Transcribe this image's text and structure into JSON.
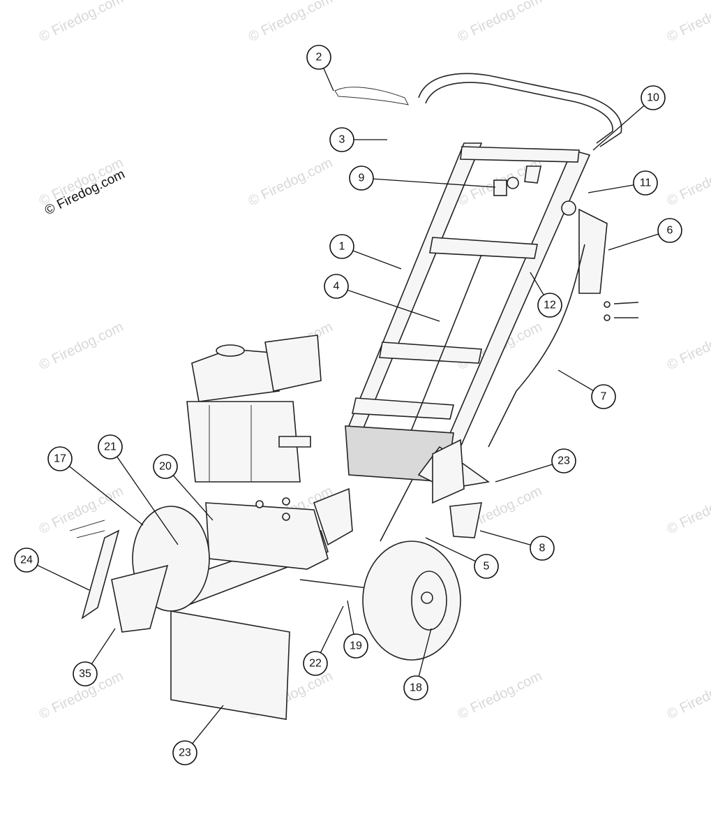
{
  "copyright_text": "© Firedog.com",
  "watermark_text": "© Firedog.com",
  "callouts": [
    {
      "id": "2"
    },
    {
      "id": "3"
    },
    {
      "id": "10"
    },
    {
      "id": "9"
    },
    {
      "id": "11"
    },
    {
      "id": "6"
    },
    {
      "id": "1"
    },
    {
      "id": "4"
    },
    {
      "id": "12"
    },
    {
      "id": "7"
    },
    {
      "id": "23"
    },
    {
      "id": "17"
    },
    {
      "id": "21"
    },
    {
      "id": "20"
    },
    {
      "id": "8"
    },
    {
      "id": "5"
    },
    {
      "id": "24"
    },
    {
      "id": "19"
    },
    {
      "id": "22"
    },
    {
      "id": "35"
    },
    {
      "id": "18"
    },
    {
      "id": "23"
    }
  ]
}
